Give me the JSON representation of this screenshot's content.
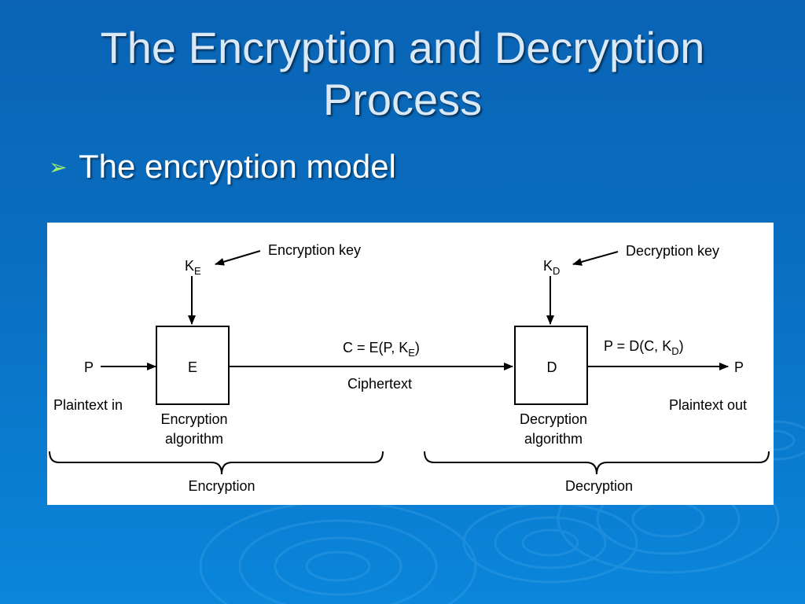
{
  "slide": {
    "title_line1": "The Encryption and Decryption",
    "title_line2": "Process",
    "bullet_text": "The encryption model"
  },
  "diagram": {
    "encryption_key_label": "Encryption key",
    "decryption_key_label": "Decryption key",
    "ke_main": "K",
    "ke_sub": "E",
    "kd_main": "K",
    "kd_sub": "D",
    "plaintext_in_symbol": "P",
    "plaintext_out_symbol": "P",
    "encrypt_box": "E",
    "decrypt_box": "D",
    "ciphertext_formula_pre": "C = E(P, K",
    "ciphertext_formula_sub": "E",
    "ciphertext_formula_post": ")",
    "plaintext_formula_pre": "P = D(C, K",
    "plaintext_formula_sub": "D",
    "plaintext_formula_post": ")",
    "ciphertext_label": "Ciphertext",
    "plaintext_in_label": "Plaintext in",
    "plaintext_out_label": "Plaintext out",
    "encryption_algorithm_line1": "Encryption",
    "encryption_algorithm_line2": "algorithm",
    "decryption_algorithm_line1": "Decryption",
    "decryption_algorithm_line2": "algorithm",
    "encryption_section": "Encryption",
    "decryption_section": "Decryption"
  },
  "colors": {
    "background": "#0a6fc1",
    "title_text": "#dbe9f7",
    "bullet_arrow": "#9ef06a"
  }
}
